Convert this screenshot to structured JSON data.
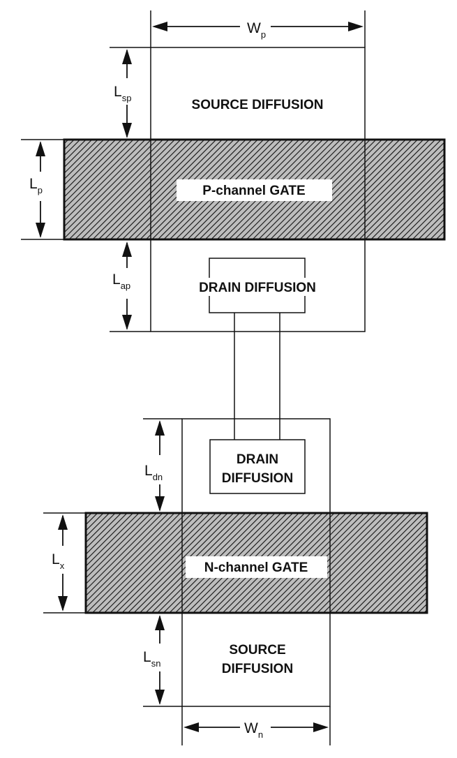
{
  "labels": {
    "p_source": "SOURCE DIFFUSION",
    "p_gate": "P-channel GATE",
    "p_drain": "DRAIN DIFFUSION",
    "n_drain_line1": "DRAIN",
    "n_drain_line2": "DIFFUSION",
    "n_gate": "N-channel GATE",
    "n_source_line1": "SOURCE",
    "n_source_line2": "DIFFUSION"
  },
  "dimensions": {
    "wp": {
      "main": "W",
      "sub": "p"
    },
    "lsp": {
      "main": "L",
      "sub": "sp"
    },
    "lp": {
      "main": "L",
      "sub": "p"
    },
    "lap": {
      "main": "L",
      "sub": "ap"
    },
    "ldn": {
      "main": "L",
      "sub": "dn"
    },
    "lx": {
      "main": "L",
      "sub": "x"
    },
    "lsn": {
      "main": "L",
      "sub": "sn"
    },
    "wn": {
      "main": "W",
      "sub": "n"
    }
  },
  "colors": {
    "ink": "#111111",
    "gate_fill": "#bdbdbd",
    "background": "#ffffff"
  }
}
